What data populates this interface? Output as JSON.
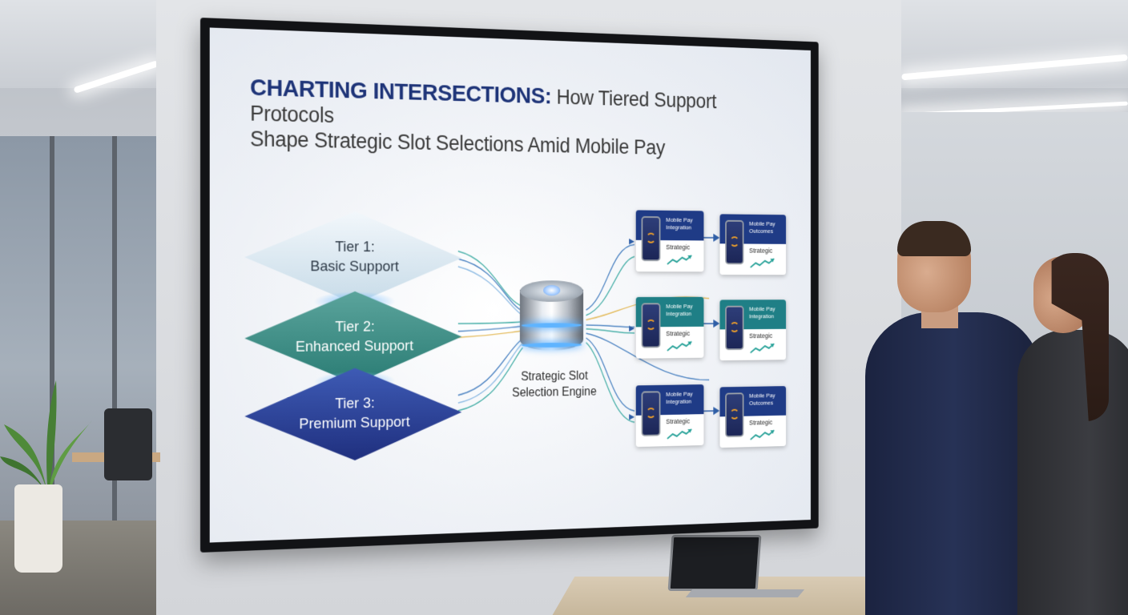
{
  "title": {
    "bold": "CHARTING INTERSECTIONS:",
    "rest_line1": " How Tiered Support Protocols",
    "line2": "Shape Strategic Slot Selections Amid Mobile Pay"
  },
  "tiers": [
    {
      "line1": "Tier 1:",
      "line2": "Basic Support"
    },
    {
      "line1": "Tier 2:",
      "line2": "Enhanced Support"
    },
    {
      "line1": "Tier 3:",
      "line2": "Premium Support"
    }
  ],
  "engine": {
    "line1": "Strategic Slot",
    "line2": "Selection Engine"
  },
  "cards": [
    {
      "head1": "Mobile Pay",
      "head2": "Integration",
      "body": "Strategic",
      "theme": "blue"
    },
    {
      "head1": "Mobile Pay",
      "head2": "Outcomes",
      "body": "Strategic",
      "theme": "blue"
    },
    {
      "head1": "Mobile Pay",
      "head2": "Integration",
      "body": "Strategic",
      "theme": "teal"
    },
    {
      "head1": "Mobile Pay",
      "head2": "Integration",
      "body": "Strategic",
      "theme": "teal"
    },
    {
      "head1": "Mobile Pay",
      "head2": "Integration",
      "body": "Strategic",
      "theme": "blue"
    },
    {
      "head1": "Mobile Pay",
      "head2": "Outcomes",
      "body": "Strategic",
      "theme": "blue"
    }
  ],
  "colors": {
    "title_accent": "#1e3478",
    "tier1": "#c7dbe8",
    "tier2": "#2a7c74",
    "tier3": "#1f2f7e",
    "card_blue": "#1f3b86",
    "card_teal": "#1f7f86",
    "flow_gold": "#e0b040",
    "flow_blue": "#2f6fb8",
    "flow_teal": "#2aa39a"
  },
  "icons": {
    "phone": "smartphone-nfc-icon",
    "trend": "trend-up-icon",
    "engine": "database-cylinder-icon"
  }
}
